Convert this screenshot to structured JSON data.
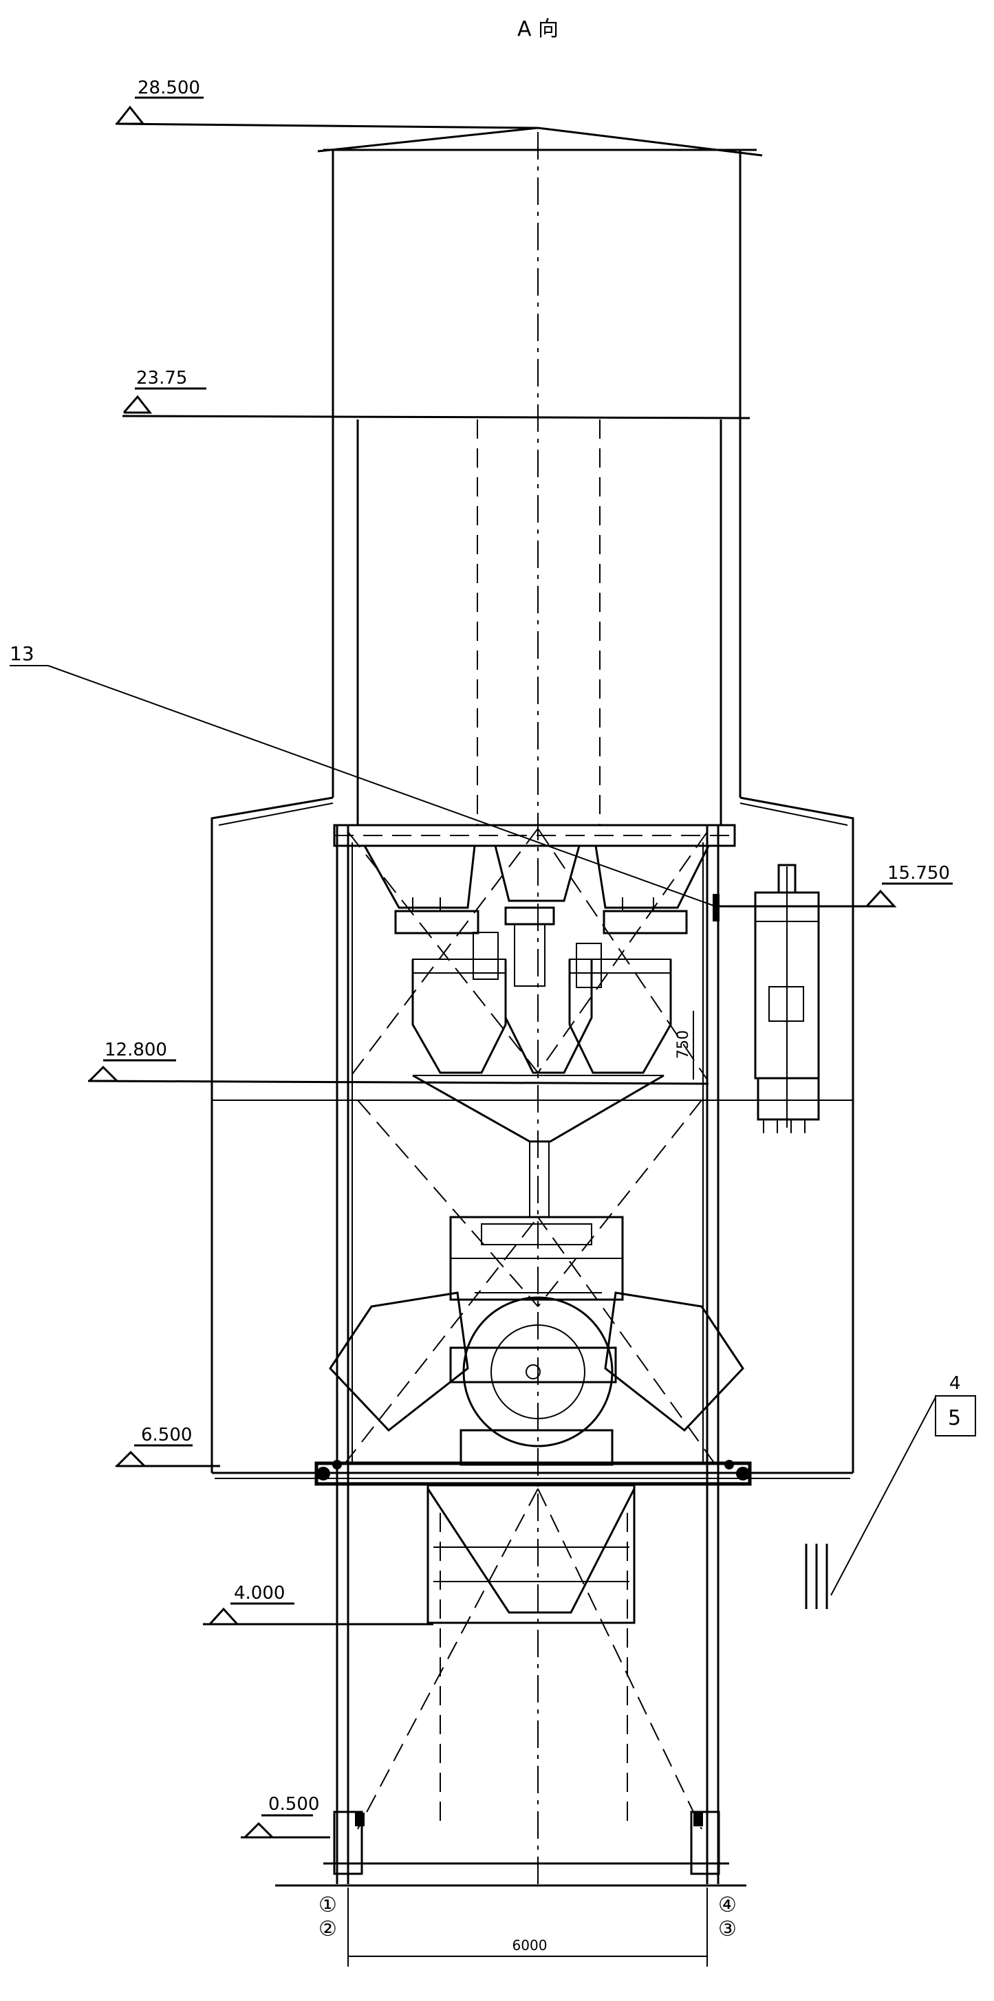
{
  "view_title": "A 向",
  "elevations": {
    "e28500": "28.500",
    "e23750": "23.75",
    "e15750": "15.750",
    "e12800": "12.800",
    "e6500": "6.500",
    "e4000": "4.000",
    "e0500": "0.500"
  },
  "callouts": {
    "part_13": "13",
    "detail_top": "4",
    "detail_bottom": "5"
  },
  "dimensions": {
    "bay_width": "6000",
    "vertical_dim": "750"
  },
  "axis_labels": {
    "left_1": "①",
    "left_2": "②",
    "right_4": "④",
    "right_3": "③"
  },
  "colors": {
    "line": "#000000",
    "paper": "#ffffff"
  }
}
